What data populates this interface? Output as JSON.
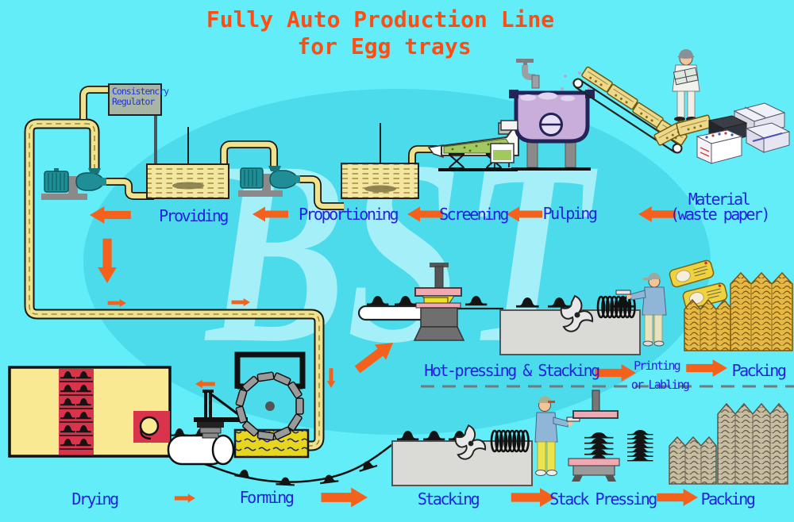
{
  "title": {
    "line1": "Fully Auto Production Line",
    "line2": "for Egg trays"
  },
  "watermark": "BST",
  "annotations": {
    "consistency_regulator_line1": "Consistencry",
    "consistency_regulator_line2": "Regulator"
  },
  "stages": {
    "top": {
      "providing": "Providing",
      "proportioning": "Proportioning",
      "screening": "Screening",
      "pulping": "Pulping",
      "material_line1": "Material",
      "material_line2": "(waste paper)"
    },
    "middle": {
      "hot_pressing": "Hot-pressing & Stacking",
      "printing_line1": "Printing",
      "printing_line2": "or Labling",
      "packing": "Packing"
    },
    "bottom": {
      "drying": "Drying",
      "forming": "Forming",
      "stacking": "Stacking",
      "stack_pressing": "Stack Pressing",
      "packing": "Packing"
    }
  },
  "colors": {
    "background": "#62EDF9",
    "ellipse": "#4CDBEB",
    "watermark": "#A5F0F8",
    "title": "#FF4D12",
    "label": "#2222DD",
    "arrow": "#F4611C",
    "pipe": "#EFE28E",
    "tank": "#F2E6A0",
    "pump": "#1F8E96",
    "pulp_vat": "#C9AEDC",
    "oven": "#FAE993",
    "oven_band": "#D9344C",
    "forming_vat": "#E8D51F",
    "tray_stack_yellow": "#E6B844",
    "tray_stack_grey": "#C7BDA1"
  }
}
